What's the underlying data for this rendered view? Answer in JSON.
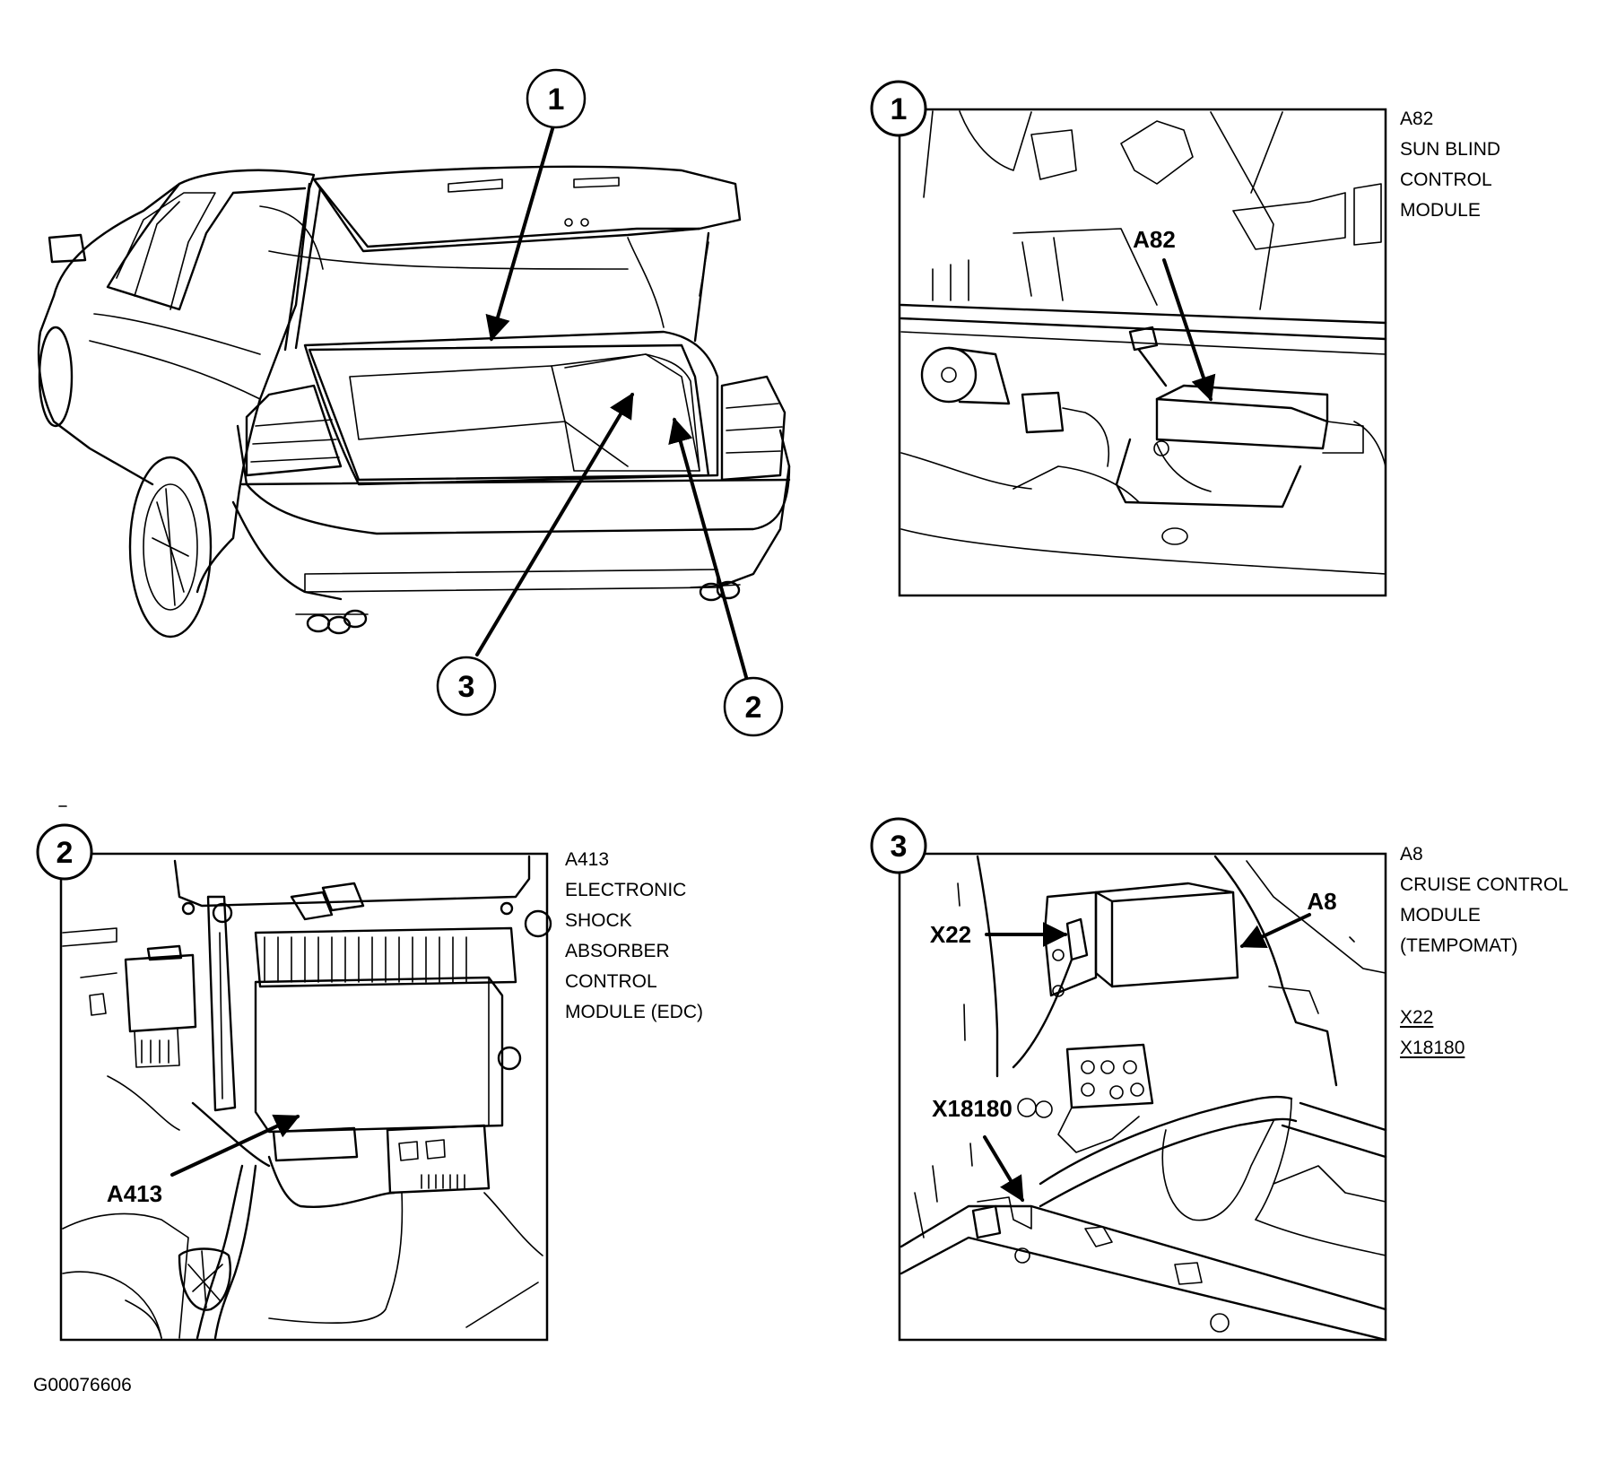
{
  "overview": {
    "callouts": [
      "1",
      "2",
      "3"
    ]
  },
  "panel1": {
    "badge": "1",
    "callouts": [
      "A82"
    ],
    "legend": [
      "A82",
      "SUN BLIND",
      "CONTROL",
      "MODULE"
    ]
  },
  "panel2": {
    "badge": "2",
    "callouts": [
      "A413"
    ],
    "legend": [
      "A413",
      "ELECTRONIC",
      "SHOCK",
      "ABSORBER",
      "CONTROL",
      "MODULE (EDC)"
    ]
  },
  "panel3": {
    "badge": "3",
    "callouts": [
      "A8",
      "X22",
      "X18180"
    ],
    "legend": [
      "A8",
      "CRUISE CONTROL",
      "MODULE",
      "(TEMPOMAT)"
    ],
    "connectors": [
      "X22",
      "X18180"
    ]
  },
  "figure_id": "G00076606",
  "colors": {
    "ink": "#000000",
    "paper": "#ffffff"
  }
}
